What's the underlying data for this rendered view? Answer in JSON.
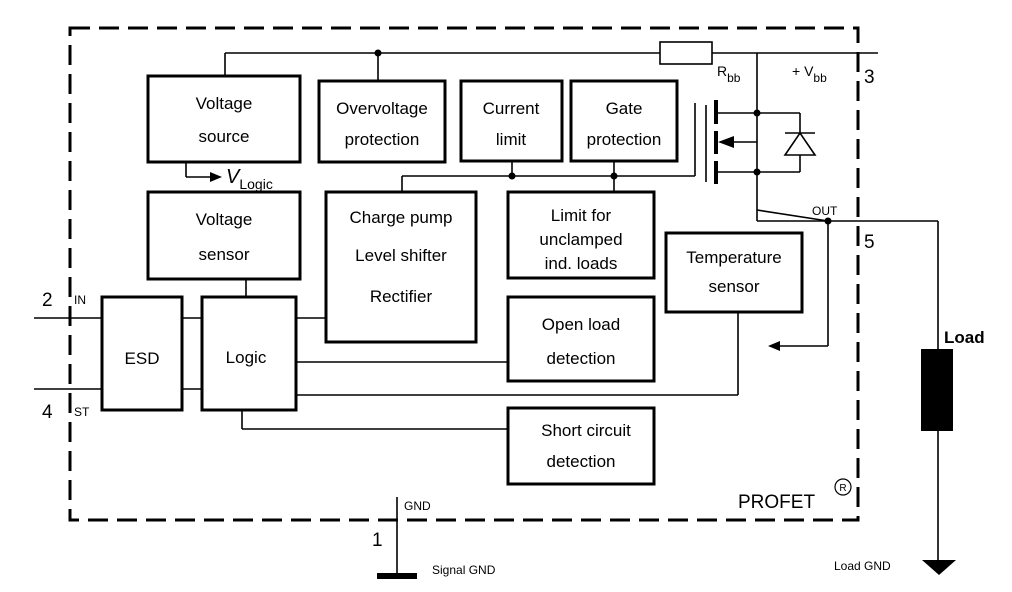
{
  "blocks": {
    "voltage_source": [
      "Voltage",
      "source"
    ],
    "overvoltage": [
      "Overvoltage",
      "protection"
    ],
    "current_limit": [
      "Current",
      "limit"
    ],
    "gate_protection": [
      "Gate",
      "protection"
    ],
    "voltage_sensor": [
      "Voltage",
      "sensor"
    ],
    "charge_pump": [
      "Charge pump",
      "Level shifter",
      "Rectifier"
    ],
    "limit_unclamped": [
      "Limit for",
      "unclamped",
      "ind. loads"
    ],
    "temperature_sensor": [
      "Temperature",
      "sensor"
    ],
    "esd": "ESD",
    "logic": "Logic",
    "open_load": [
      "Open load",
      "detection"
    ],
    "short_circuit": [
      "Short circuit",
      "detection"
    ]
  },
  "labels": {
    "v_logic": "V",
    "v_logic_sub": "Logic",
    "rbb": "R",
    "rbb_sub": "bb",
    "vbb": "+ V",
    "vbb_sub": "bb",
    "out": "OUT",
    "in": "IN",
    "st": "ST",
    "gnd": "GND",
    "signal_gnd": "Signal GND",
    "load": "Load",
    "load_gnd": "Load GND",
    "profet": "PROFET",
    "registered": "R"
  },
  "pins": {
    "vbb": "3",
    "out": "5",
    "in": "2",
    "st": "4",
    "gnd": "1"
  }
}
